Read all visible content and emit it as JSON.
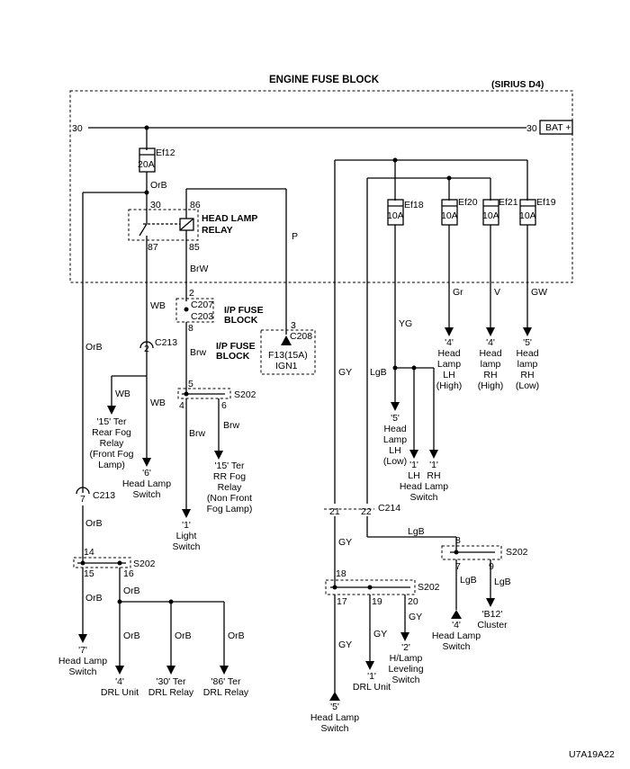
{
  "header": {
    "title": "ENGINE FUSE BLOCK",
    "model": "(SIRIUS D4)"
  },
  "battery": {
    "label": "BAT +",
    "pin_left": "30",
    "pin_right": "30"
  },
  "fuses": [
    {
      "id": "Ef12",
      "rating": "20A"
    },
    {
      "id": "Ef18",
      "rating": "10A"
    },
    {
      "id": "Ef20",
      "rating": "10A"
    },
    {
      "id": "Ef21",
      "rating": "10A"
    },
    {
      "id": "Ef19",
      "rating": "10A"
    }
  ],
  "relay": {
    "title": [
      "HEAD LAMP",
      "RELAY"
    ],
    "pins": [
      "30",
      "86",
      "87",
      "85"
    ]
  },
  "ip_block1": {
    "title": [
      "I/P FUSE",
      "BLOCK"
    ],
    "connectors": [
      "C207",
      "C203"
    ],
    "pins": [
      "2",
      "8"
    ]
  },
  "ip_block2": {
    "title": [
      "I/P FUSE",
      "BLOCK"
    ],
    "connector": "C208",
    "pin": "3",
    "fuse": "F13(15A)",
    "circuit": "IGN1"
  },
  "connectors": {
    "c213": "C213",
    "c214": "C214",
    "s202": "S202"
  },
  "wires": {
    "orb": "OrB",
    "wb": "WB",
    "brw_cap": "BrW",
    "brw": "Brw",
    "p": "P",
    "gy": "GY",
    "lgb": "LgB",
    "yg": "YG",
    "gr": "Gr",
    "v": "V",
    "gw": "GW"
  },
  "pins": {
    "c213a": "2",
    "c213b": "7",
    "s202a": [
      "5",
      "4",
      "6"
    ],
    "s202b": [
      "14",
      "15",
      "16"
    ],
    "c214": [
      "21",
      "22"
    ],
    "s202c": [
      "8",
      "7",
      "9"
    ],
    "s202d": [
      "18",
      "17",
      "19",
      "20"
    ]
  },
  "destinations": {
    "rear_fog": [
      "'15' Ter",
      "Rear Fog",
      "Relay",
      "(Front Fog",
      "Lamp)"
    ],
    "hl_switch6": [
      "'6'",
      "Head Lamp",
      "Switch"
    ],
    "light_switch": [
      "'1'",
      "Light",
      "Switch"
    ],
    "rr_fog": [
      "'15' Ter",
      "RR Fog",
      "Relay",
      "(Non Front",
      "Fog Lamp)"
    ],
    "hl_lh_high": [
      "'4'",
      "Head",
      "Lamp",
      "LH",
      "(High)"
    ],
    "hl_rh_high": [
      "'4'",
      "Head",
      "lamp",
      "RH",
      "(High)"
    ],
    "hl_rh_low": [
      "'5'",
      "Head",
      "lamp",
      "RH",
      "(Low)"
    ],
    "hl_lh_low": [
      "'5'",
      "Head",
      "Lamp",
      "LH",
      "(Low)"
    ],
    "hl_switch_lhrh": [
      "'1'",
      "'1'",
      "LH",
      "RH",
      "Head Lamp",
      "Switch"
    ],
    "hl_switch7": [
      "'7'",
      "Head Lamp",
      "Switch"
    ],
    "drl_unit4": [
      "'4'",
      "DRL Unit"
    ],
    "drl_relay30": [
      "'30' Ter",
      "DRL Relay"
    ],
    "drl_relay86": [
      "'86' Ter",
      "DRL Relay"
    ],
    "hl_switch4": [
      "'4'",
      "Head Lamp",
      "Switch"
    ],
    "cluster": [
      "'B12'",
      "Cluster"
    ],
    "drl_unit1": [
      "'1'",
      "DRL Unit"
    ],
    "leveling": [
      "'2'",
      "H/Lamp",
      "Leveling",
      "Switch"
    ],
    "hl_switch5": [
      "'5'",
      "Head Lamp",
      "Switch"
    ]
  },
  "footer": {
    "code": "U7A19A22"
  }
}
